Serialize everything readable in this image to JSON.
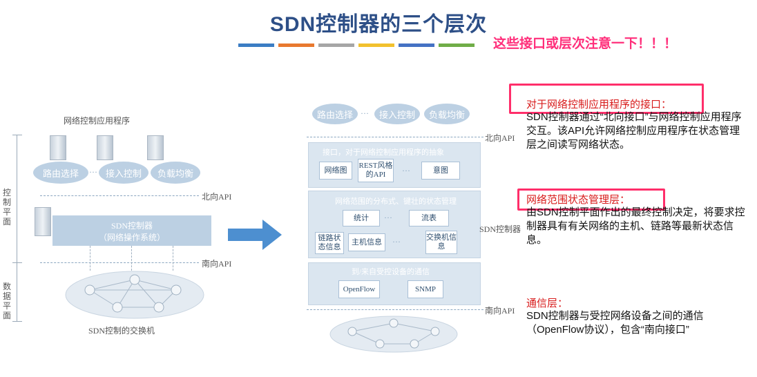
{
  "title": "SDN控制器的三个层次",
  "title_bar_colors": [
    "#3b7dc4",
    "#e8792f",
    "#a6a6a6",
    "#f2c12e",
    "#4472c4",
    "#70ad47"
  ],
  "note": "这些接口或层次注意一下！！！",
  "left_diagram": {
    "app_caption": "网络控制应用程序",
    "apps": [
      "路由选择",
      "接入控制",
      "负载均衡"
    ],
    "dots": "···",
    "north_api": "北向API",
    "controller_line1": "SDN控制器",
    "controller_line2": "（网络操作系统）",
    "south_api": "南向API",
    "control_plane_label": "控制平面",
    "data_plane_label": "数据平面",
    "switch_caption": "SDN控制的交换机"
  },
  "right_diagram": {
    "apps": [
      "路由选择",
      "接入控制",
      "负载均衡"
    ],
    "dots": "···",
    "north_api": "北向API",
    "layer1_title": "接口，对于网络控制应用程序的抽象",
    "layer1_boxes": [
      "网络图",
      "REST风格的API",
      "意图"
    ],
    "layer2_title": "网络范围的分布式、键壮的状态管理",
    "layer2_boxes": [
      "统计",
      "流表",
      "链路状态信息",
      "主机信息",
      "交换机信息"
    ],
    "layer3_title": "到/来自受控设备的通信",
    "layer3_boxes": [
      "OpenFlow",
      "SNMP"
    ],
    "controller_label": "SDN控制器",
    "south_api": "南向API"
  },
  "sections": [
    {
      "heading": "对于网络控制应用程序的接口：",
      "body": "SDN控制器通过“北向接口”与网络控制应用程序交互。该API允许网络控制应用程序在状态管理层之间读写网络状态。"
    },
    {
      "heading": "网络范围状态管理层：",
      "body": "由SDN控制平面作出的最终控制决定，将要求控制器具有有关网络的主机、链路等最新状态信息。"
    },
    {
      "heading": "通信层：",
      "body": "SDN控制器与受控网络设备之间的通信（OpenFlow协议），包含“南向接口”"
    }
  ],
  "highlight_color": "#ff2e6a"
}
